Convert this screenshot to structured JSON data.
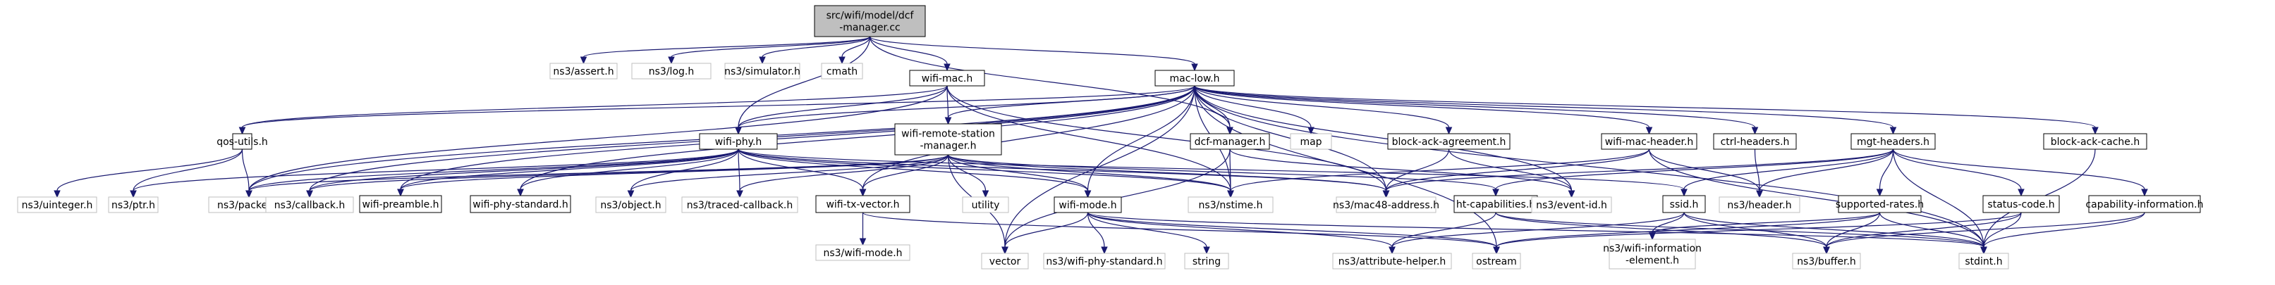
{
  "diagram": {
    "colors": {
      "root_fill": "#bfbfbf",
      "edge": "#191970",
      "external_border": "#bfbfbf"
    },
    "nodes": [
      {
        "id": "root",
        "kind": "root",
        "lines": [
          "src/wifi/model/dcf",
          "-manager.cc"
        ]
      },
      {
        "id": "assert",
        "kind": "ext",
        "lines": [
          "ns3/assert.h"
        ]
      },
      {
        "id": "log",
        "kind": "ext",
        "lines": [
          "ns3/log.h"
        ]
      },
      {
        "id": "simulator",
        "kind": "ext",
        "lines": [
          "ns3/simulator.h"
        ]
      },
      {
        "id": "cmath",
        "kind": "ext",
        "lines": [
          "cmath"
        ]
      },
      {
        "id": "wifimac",
        "kind": "doc",
        "lines": [
          "wifi-mac.h"
        ]
      },
      {
        "id": "maclow",
        "kind": "doc",
        "lines": [
          "mac-low.h"
        ]
      },
      {
        "id": "qosutils",
        "kind": "doc",
        "lines": [
          "qos-utils.h"
        ]
      },
      {
        "id": "wifiphy",
        "kind": "doc",
        "lines": [
          "wifi-phy.h"
        ]
      },
      {
        "id": "wrsm",
        "kind": "doc",
        "lines": [
          "wifi-remote-station",
          "-manager.h"
        ]
      },
      {
        "id": "dcfmgr",
        "kind": "doc",
        "lines": [
          "dcf-manager.h"
        ]
      },
      {
        "id": "map",
        "kind": "ext",
        "lines": [
          "map"
        ]
      },
      {
        "id": "baa",
        "kind": "doc",
        "lines": [
          "block-ack-agreement.h"
        ]
      },
      {
        "id": "wmh",
        "kind": "doc",
        "lines": [
          "wifi-mac-header.h"
        ]
      },
      {
        "id": "ctrl",
        "kind": "doc",
        "lines": [
          "ctrl-headers.h"
        ]
      },
      {
        "id": "mgt",
        "kind": "doc",
        "lines": [
          "mgt-headers.h"
        ]
      },
      {
        "id": "bac",
        "kind": "doc",
        "lines": [
          "block-ack-cache.h"
        ]
      },
      {
        "id": "uinteger",
        "kind": "ext",
        "lines": [
          "ns3/uinteger.h"
        ]
      },
      {
        "id": "ptr",
        "kind": "ext",
        "lines": [
          "ns3/ptr.h"
        ]
      },
      {
        "id": "packet",
        "kind": "ext",
        "lines": [
          "ns3/packet.h"
        ]
      },
      {
        "id": "callback",
        "kind": "ext",
        "lines": [
          "ns3/callback.h"
        ]
      },
      {
        "id": "preamble",
        "kind": "doc",
        "lines": [
          "wifi-preamble.h"
        ]
      },
      {
        "id": "phystd",
        "kind": "doc",
        "lines": [
          "wifi-phy-standard.h"
        ]
      },
      {
        "id": "object",
        "kind": "ext",
        "lines": [
          "ns3/object.h"
        ]
      },
      {
        "id": "traced",
        "kind": "ext",
        "lines": [
          "ns3/traced-callback.h"
        ]
      },
      {
        "id": "utility",
        "kind": "ext",
        "lines": [
          "utility"
        ]
      },
      {
        "id": "txvector",
        "kind": "doc",
        "lines": [
          "wifi-tx-vector.h"
        ]
      },
      {
        "id": "wifimode",
        "kind": "doc",
        "lines": [
          "wifi-mode.h"
        ]
      },
      {
        "id": "nstime",
        "kind": "ext",
        "lines": [
          "ns3/nstime.h"
        ]
      },
      {
        "id": "mac48",
        "kind": "ext",
        "lines": [
          "ns3/mac48-address.h"
        ]
      },
      {
        "id": "htcap",
        "kind": "doc",
        "lines": [
          "ht-capabilities.h"
        ]
      },
      {
        "id": "eventid",
        "kind": "ext",
        "lines": [
          "ns3/event-id.h"
        ]
      },
      {
        "id": "ssid",
        "kind": "doc",
        "lines": [
          "ssid.h"
        ]
      },
      {
        "id": "header",
        "kind": "ext",
        "lines": [
          "ns3/header.h"
        ]
      },
      {
        "id": "suprates",
        "kind": "doc",
        "lines": [
          "supported-rates.h"
        ]
      },
      {
        "id": "status",
        "kind": "doc",
        "lines": [
          "status-code.h"
        ]
      },
      {
        "id": "capinfo",
        "kind": "doc",
        "lines": [
          "capability-information.h"
        ]
      },
      {
        "id": "wifimode3",
        "kind": "ext",
        "lines": [
          "ns3/wifi-mode.h"
        ]
      },
      {
        "id": "vector",
        "kind": "ext",
        "lines": [
          "vector"
        ]
      },
      {
        "id": "phystd3",
        "kind": "ext",
        "lines": [
          "ns3/wifi-phy-standard.h"
        ]
      },
      {
        "id": "string",
        "kind": "ext",
        "lines": [
          "string"
        ]
      },
      {
        "id": "attrhelper",
        "kind": "ext",
        "lines": [
          "ns3/attribute-helper.h"
        ]
      },
      {
        "id": "ostream",
        "kind": "ext",
        "lines": [
          "ostream"
        ]
      },
      {
        "id": "wie",
        "kind": "ext",
        "lines": [
          "ns3/wifi-information",
          "-element.h"
        ]
      },
      {
        "id": "buffer",
        "kind": "ext",
        "lines": [
          "ns3/buffer.h"
        ]
      },
      {
        "id": "stdint",
        "kind": "ext",
        "lines": [
          "stdint.h"
        ]
      }
    ],
    "edges": [
      [
        "root",
        "assert"
      ],
      [
        "root",
        "log"
      ],
      [
        "root",
        "simulator"
      ],
      [
        "root",
        "cmath"
      ],
      [
        "root",
        "wifimac"
      ],
      [
        "root",
        "maclow"
      ],
      [
        "root",
        "dcfmgr"
      ],
      [
        "root",
        "wifiphy"
      ],
      [
        "wifimac",
        "qosutils"
      ],
      [
        "wifimac",
        "wifiphy"
      ],
      [
        "wifimac",
        "wrsm"
      ],
      [
        "wifimac",
        "packet"
      ],
      [
        "wifimac",
        "nstime"
      ],
      [
        "wifimac",
        "mac48"
      ],
      [
        "maclow",
        "qosutils"
      ],
      [
        "maclow",
        "wifiphy"
      ],
      [
        "maclow",
        "wrsm"
      ],
      [
        "maclow",
        "dcfmgr"
      ],
      [
        "maclow",
        "map"
      ],
      [
        "maclow",
        "baa"
      ],
      [
        "maclow",
        "wmh"
      ],
      [
        "maclow",
        "ctrl"
      ],
      [
        "maclow",
        "mgt"
      ],
      [
        "maclow",
        "bac"
      ],
      [
        "maclow",
        "packet"
      ],
      [
        "maclow",
        "callback"
      ],
      [
        "maclow",
        "preamble"
      ],
      [
        "maclow",
        "txvector"
      ],
      [
        "maclow",
        "wifimode"
      ],
      [
        "maclow",
        "nstime"
      ],
      [
        "maclow",
        "mac48"
      ],
      [
        "maclow",
        "eventid"
      ],
      [
        "maclow",
        "vector"
      ],
      [
        "maclow",
        "ostream"
      ],
      [
        "maclow",
        "stdint"
      ],
      [
        "maclow",
        "phystd"
      ],
      [
        "qosutils",
        "uinteger"
      ],
      [
        "qosutils",
        "ptr"
      ],
      [
        "qosutils",
        "packet"
      ],
      [
        "wifiphy",
        "ptr"
      ],
      [
        "wifiphy",
        "packet"
      ],
      [
        "wifiphy",
        "callback"
      ],
      [
        "wifiphy",
        "preamble"
      ],
      [
        "wifiphy",
        "phystd"
      ],
      [
        "wifiphy",
        "object"
      ],
      [
        "wifiphy",
        "traced"
      ],
      [
        "wifiphy",
        "txvector"
      ],
      [
        "wifiphy",
        "wifimode"
      ],
      [
        "wifiphy",
        "nstime"
      ],
      [
        "wifiphy",
        "mac48"
      ],
      [
        "wifiphy",
        "ssid"
      ],
      [
        "wrsm",
        "packet"
      ],
      [
        "wrsm",
        "object"
      ],
      [
        "wrsm",
        "traced"
      ],
      [
        "wrsm",
        "utility"
      ],
      [
        "wrsm",
        "txvector"
      ],
      [
        "wrsm",
        "wifimode"
      ],
      [
        "wrsm",
        "nstime"
      ],
      [
        "wrsm",
        "mac48"
      ],
      [
        "wrsm",
        "htcap"
      ],
      [
        "wrsm",
        "vector"
      ],
      [
        "wrsm",
        "callback"
      ],
      [
        "wrsm",
        "preamble"
      ],
      [
        "dcfmgr",
        "nstime"
      ],
      [
        "dcfmgr",
        "eventid"
      ],
      [
        "dcfmgr",
        "vector"
      ],
      [
        "baa",
        "mac48"
      ],
      [
        "baa",
        "eventid"
      ],
      [
        "wmh",
        "nstime"
      ],
      [
        "wmh",
        "mac48"
      ],
      [
        "wmh",
        "header"
      ],
      [
        "wmh",
        "stdint"
      ],
      [
        "ctrl",
        "header"
      ],
      [
        "mgt",
        "htcap"
      ],
      [
        "mgt",
        "ssid"
      ],
      [
        "mgt",
        "header"
      ],
      [
        "mgt",
        "suprates"
      ],
      [
        "mgt",
        "status"
      ],
      [
        "mgt",
        "capinfo"
      ],
      [
        "mgt",
        "mac48"
      ],
      [
        "mgt",
        "stdint"
      ],
      [
        "bac",
        "stdint"
      ],
      [
        "txvector",
        "wifimode3"
      ],
      [
        "txvector",
        "ostream"
      ],
      [
        "wifimode",
        "vector"
      ],
      [
        "wifimode",
        "phystd3"
      ],
      [
        "wifimode",
        "string"
      ],
      [
        "wifimode",
        "attrhelper"
      ],
      [
        "wifimode",
        "stdint"
      ],
      [
        "wifimode",
        "ostream"
      ],
      [
        "htcap",
        "attrhelper"
      ],
      [
        "htcap",
        "buffer"
      ],
      [
        "htcap",
        "stdint"
      ],
      [
        "ssid",
        "wie"
      ],
      [
        "ssid",
        "attrhelper"
      ],
      [
        "ssid",
        "buffer"
      ],
      [
        "ssid",
        "stdint"
      ],
      [
        "suprates",
        "wie"
      ],
      [
        "suprates",
        "ostream"
      ],
      [
        "suprates",
        "buffer"
      ],
      [
        "suprates",
        "stdint"
      ],
      [
        "status",
        "ostream"
      ],
      [
        "status",
        "buffer"
      ],
      [
        "status",
        "stdint"
      ],
      [
        "capinfo",
        "buffer"
      ],
      [
        "capinfo",
        "stdint"
      ]
    ]
  }
}
